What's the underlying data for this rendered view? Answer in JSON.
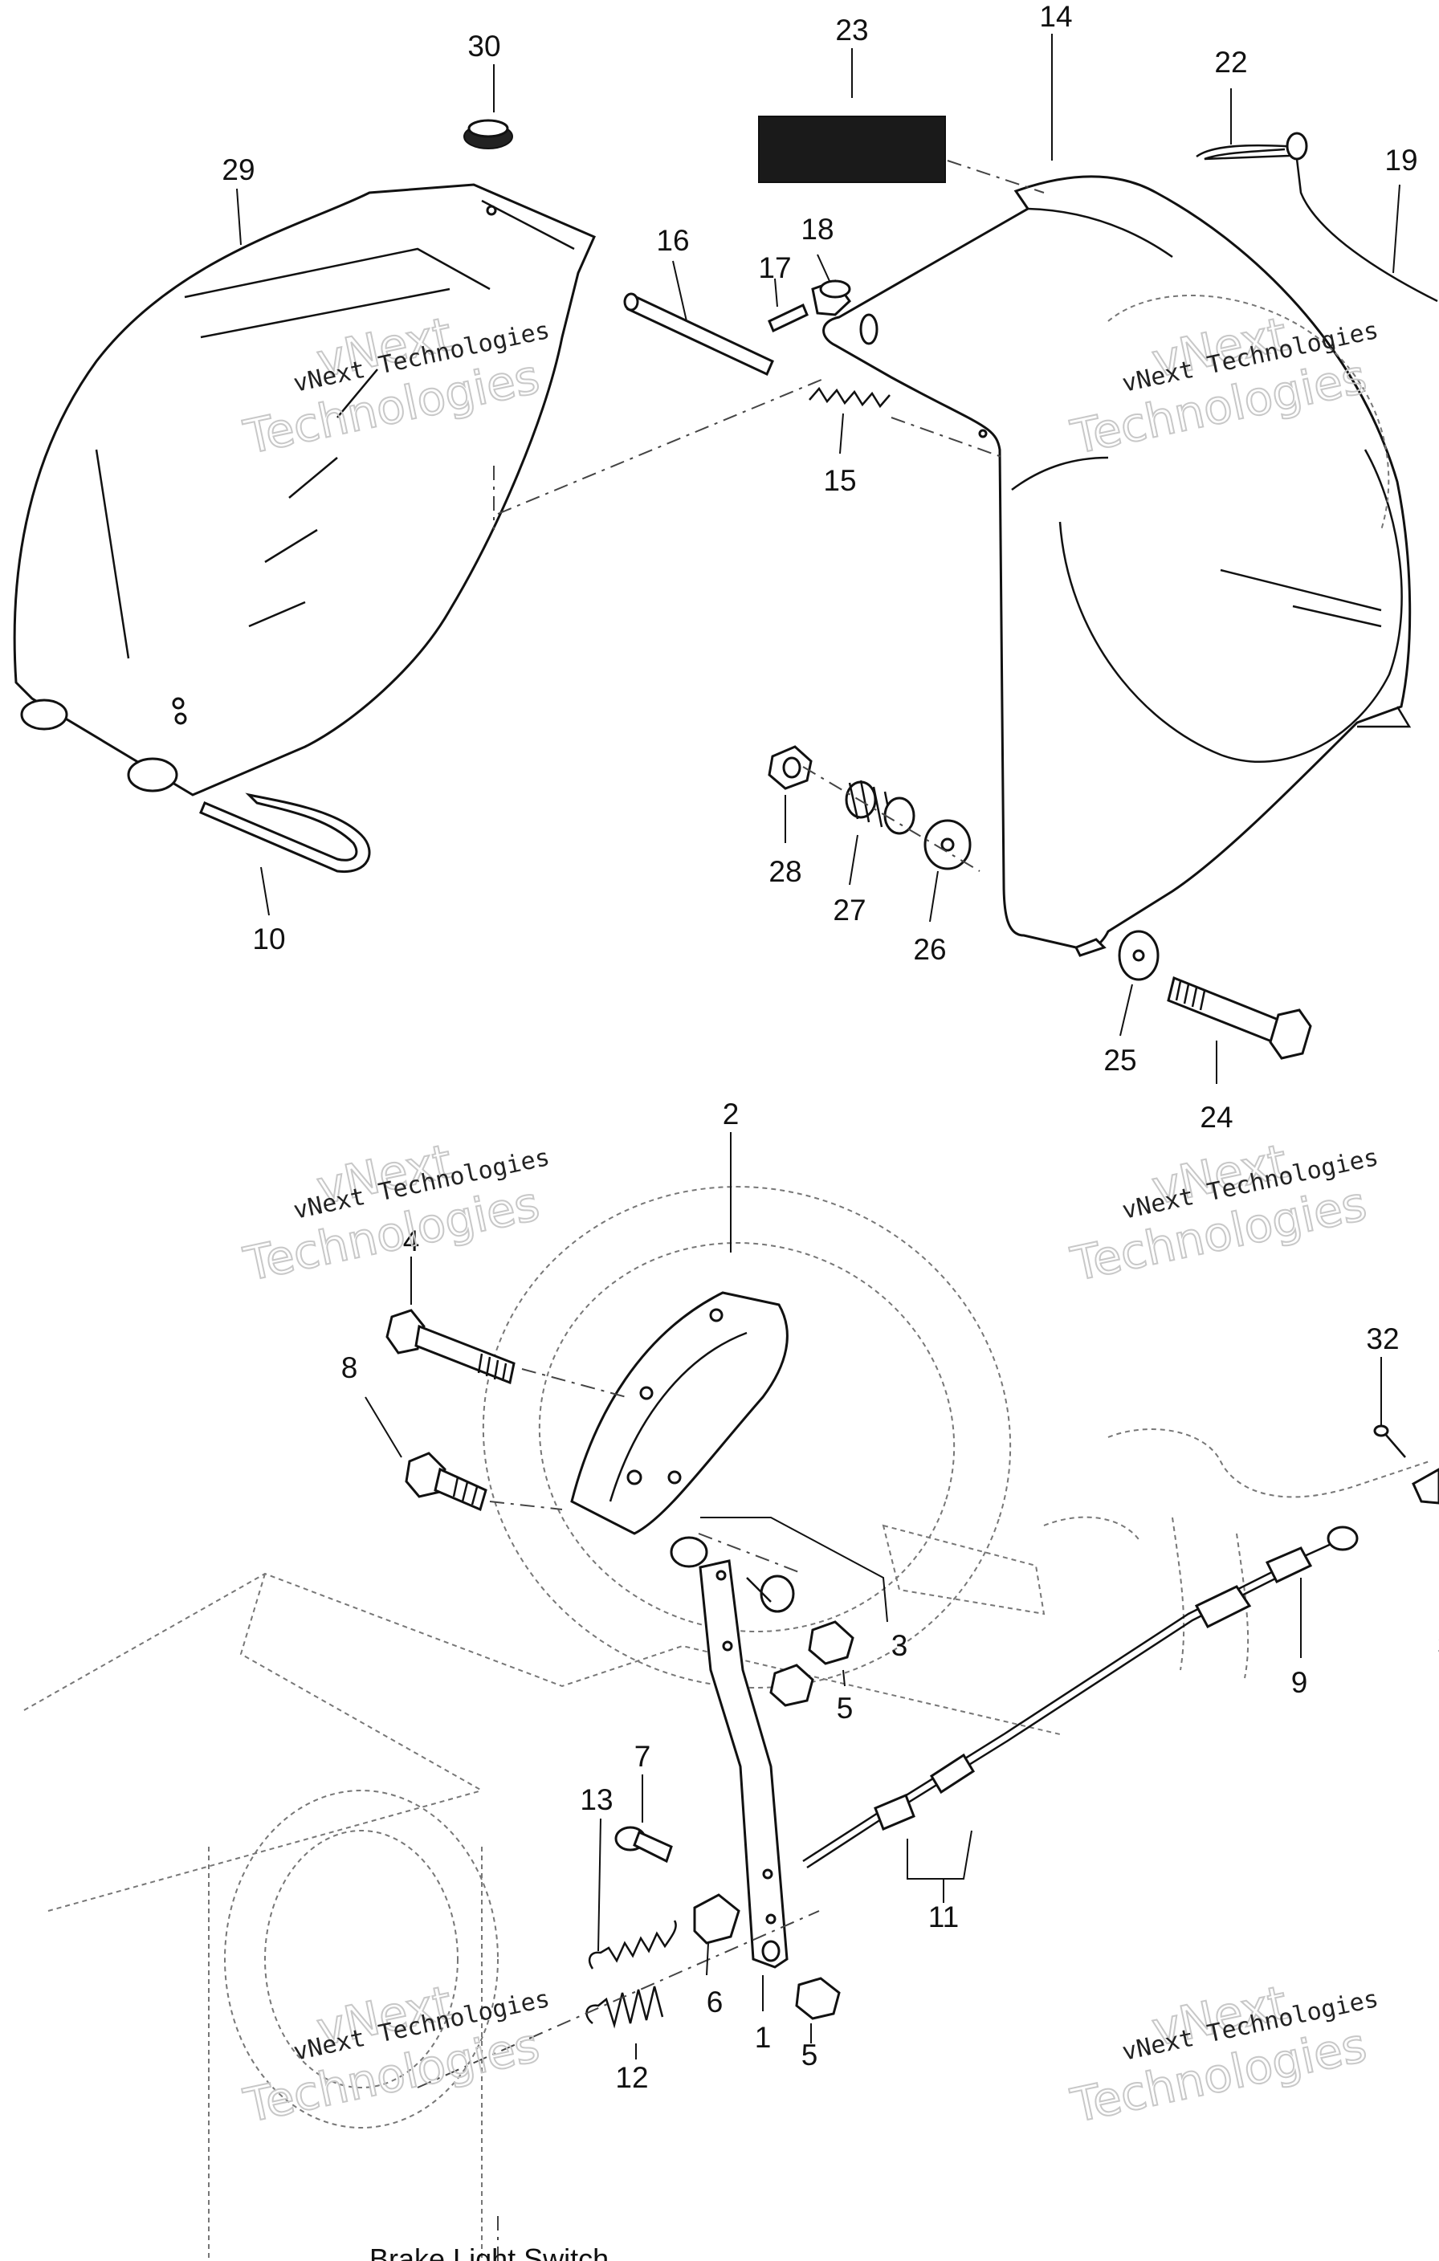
{
  "watermark": {
    "line1": "vNext Technologies",
    "big_top": "vNext",
    "big_bottom": "Technologies"
  },
  "callouts": {
    "c30": "30",
    "c29": "29",
    "c23": "23",
    "c14": "14",
    "c22": "22",
    "c19": "19",
    "c16": "16",
    "c17": "17",
    "c18": "18",
    "c15": "15",
    "c10": "10",
    "c28": "28",
    "c27": "27",
    "c26": "26",
    "c25": "25",
    "c24": "24",
    "c2": "2",
    "c4": "4",
    "c8": "8",
    "c32": "32",
    "c3": "3",
    "c5a": "5",
    "c9": "9",
    "c3b": "3",
    "c7": "7",
    "c13": "13",
    "c11": "11",
    "c6": "6",
    "c1": "1",
    "c5b": "5",
    "c12": "12"
  },
  "footer_note": "Brake Light Switch",
  "colors": {
    "ink": "#111111",
    "watermark": "#c8c8c8",
    "label_bg": "#1a1a1a"
  }
}
